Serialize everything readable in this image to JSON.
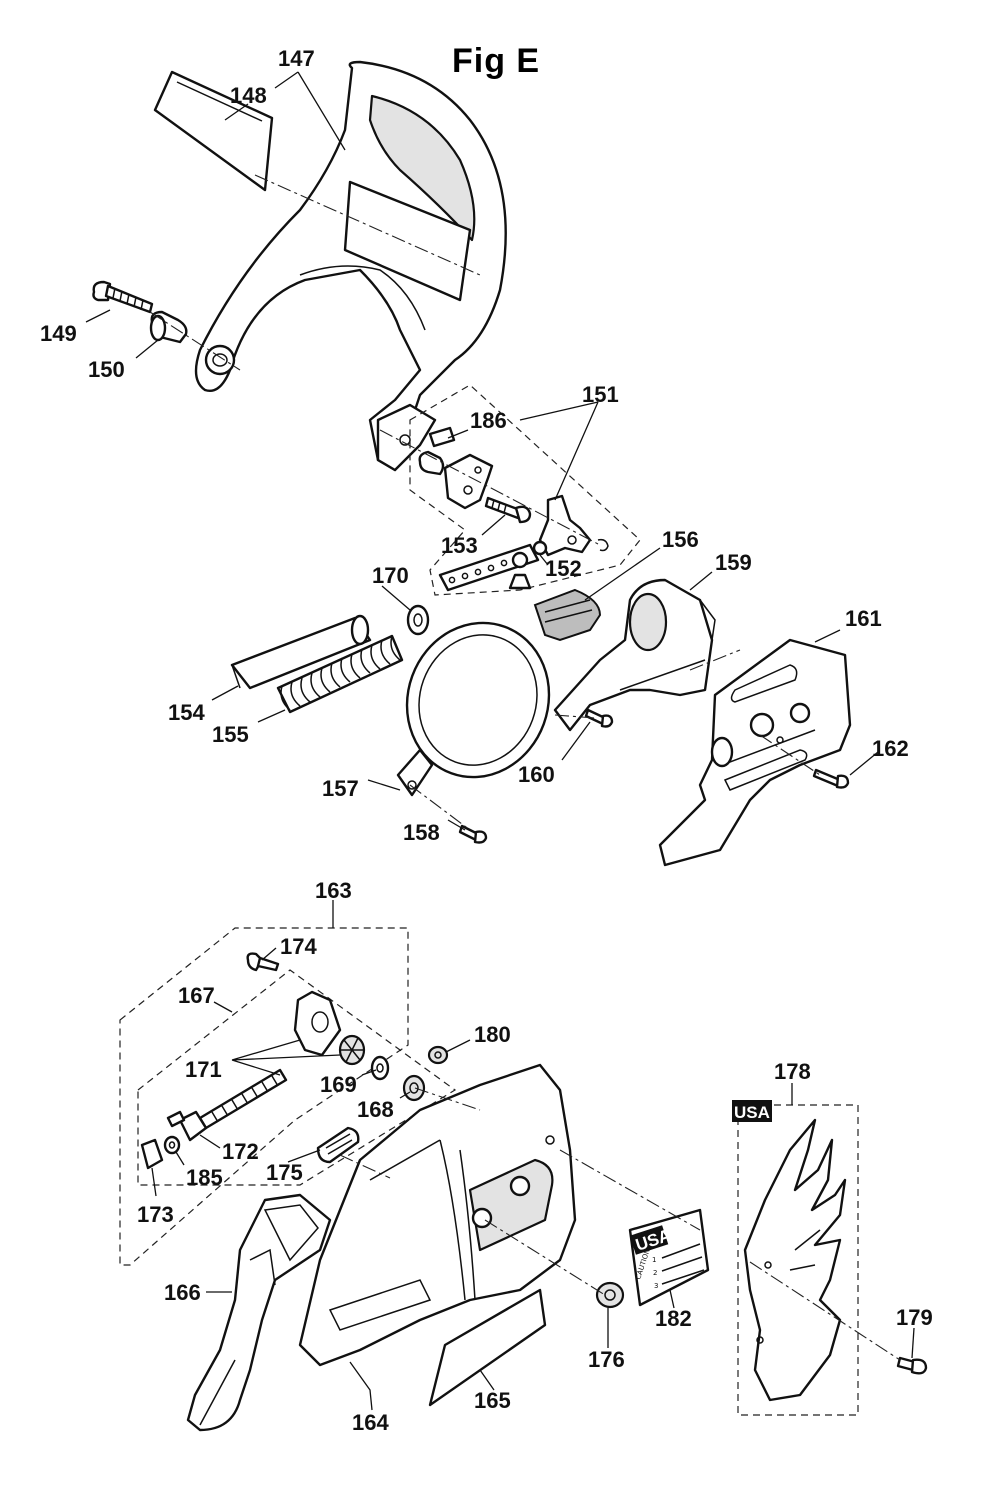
{
  "title": "Fig E",
  "badges": {
    "usa_decal_178": "USA",
    "usa_label_182": "USA"
  },
  "labels": {
    "p147": "147",
    "p148": "148",
    "p149": "149",
    "p150": "150",
    "p151": "151",
    "p152": "152",
    "p153": "153",
    "p154": "154",
    "p155": "155",
    "p156": "156",
    "p157": "157",
    "p158": "158",
    "p159": "159",
    "p160": "160",
    "p161": "161",
    "p162": "162",
    "p163": "163",
    "p164": "164",
    "p165": "165",
    "p166": "166",
    "p167": "167",
    "p168": "168",
    "p169": "169",
    "p170": "170",
    "p171": "171",
    "p172": "172",
    "p173": "173",
    "p174": "174",
    "p175": "175",
    "p176": "176",
    "p178": "178",
    "p179": "179",
    "p180": "180",
    "p182": "182",
    "p185": "185",
    "p186": "186"
  },
  "caution_label": {
    "heading": "CAUTION",
    "items": [
      "1",
      "2",
      "3"
    ]
  }
}
